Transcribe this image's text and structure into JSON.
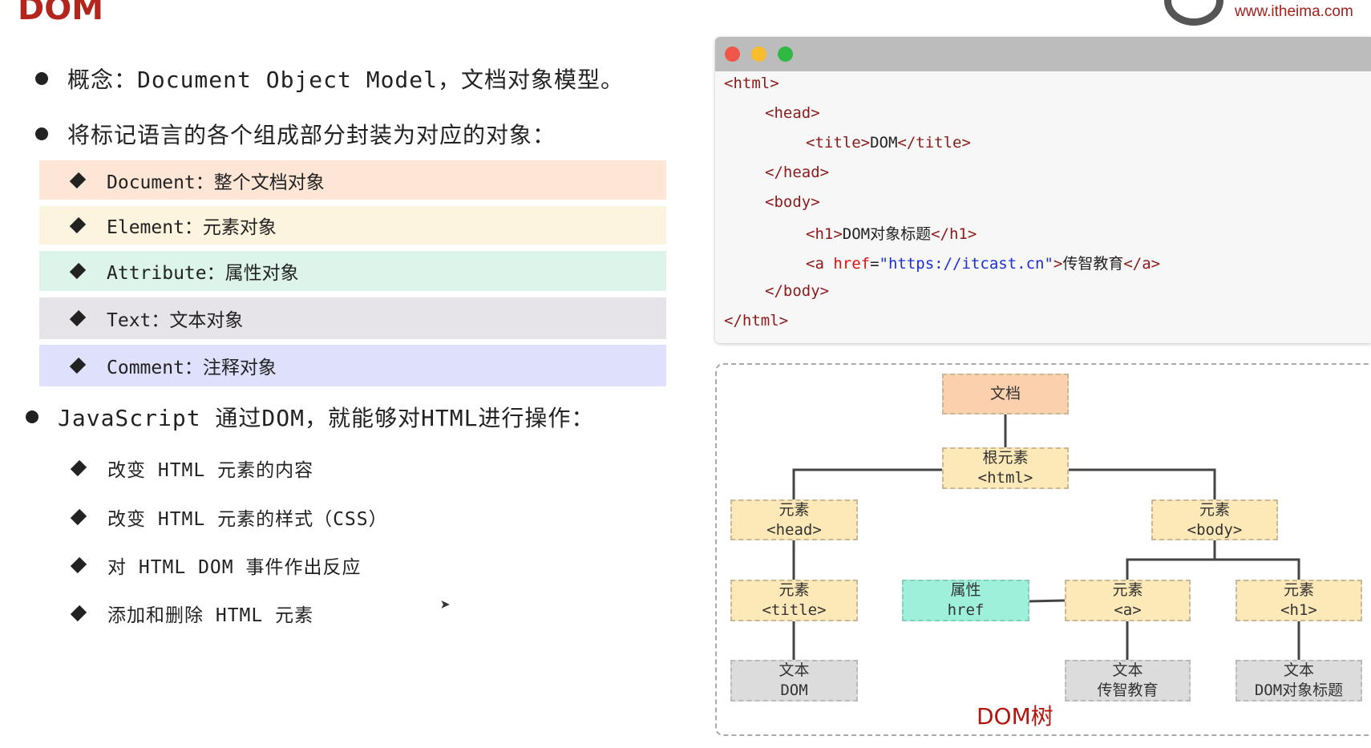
{
  "slide_title": "DOM",
  "logo": {
    "url": "www.itheima.com"
  },
  "bullets": [
    "概念：Document Object Model，文档对象模型。",
    "将标记语言的各个组成部分封装为对应的对象：",
    "JavaScript 通过DOM，就能够对HTML进行操作："
  ],
  "object_types": [
    {
      "label": "Document：整个文档对象",
      "color": "#fde6d6"
    },
    {
      "label": "Element：元素对象",
      "color": "#fdf4df"
    },
    {
      "label": "Attribute：属性对象",
      "color": "#dcf4ea"
    },
    {
      "label": "Text：文本对象",
      "color": "#e6e4e8"
    },
    {
      "label": "Comment：注释对象",
      "color": "#dfe0fb"
    }
  ],
  "operations": [
    "改变 HTML 元素的内容",
    "改变 HTML 元素的样式（CSS）",
    "对 HTML DOM 事件作出反应",
    "添加和删除 HTML 元素"
  ],
  "code": {
    "l1": "<html>",
    "l2": "<head>",
    "l3a": "<title>",
    "l3b": "DOM",
    "l3c": "</title>",
    "l4": "</head>",
    "l5": "<body>",
    "l6a": "<h1>",
    "l6b": "DOM对象标题",
    "l6c": "</h1>",
    "l7a": "<a ",
    "l7b": "href",
    "l7c": "=",
    "l7d": "\"https://itcast.cn\"",
    "l7e": ">",
    "l7f": "传智教育",
    "l7g": "</a>",
    "l8": "</body>",
    "l9": "</html>"
  },
  "tree": {
    "label": "DOM树",
    "nodes": {
      "doc": [
        "文档"
      ],
      "html": [
        "根元素",
        "<html>"
      ],
      "head": [
        "元素",
        "<head>"
      ],
      "body": [
        "元素",
        "<body>"
      ],
      "title": [
        "元素",
        "<title>"
      ],
      "attr": [
        "属性",
        "href"
      ],
      "a": [
        "元素",
        "<a>"
      ],
      "h1": [
        "元素",
        "<h1>"
      ],
      "t_dom": [
        "文本",
        "DOM"
      ],
      "t_a": [
        "文本",
        "传智教育"
      ],
      "t_h1": [
        "文本",
        "DOM对象标题"
      ]
    }
  }
}
